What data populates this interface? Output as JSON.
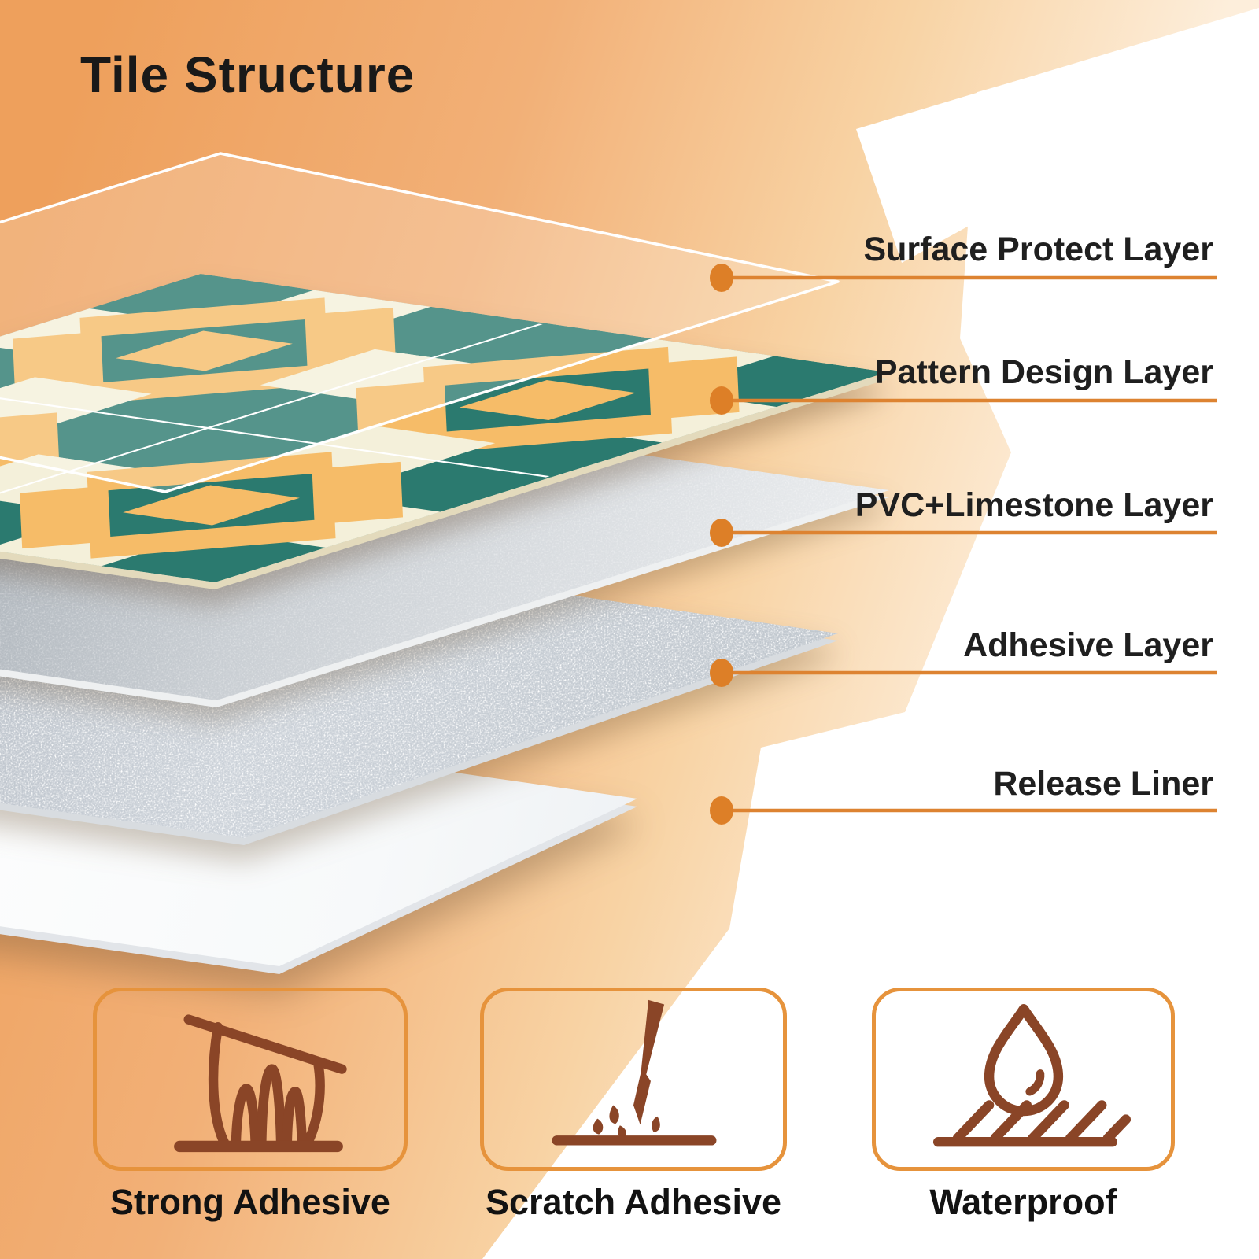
{
  "title": "Tile Structure",
  "layers": [
    {
      "label": "Surface Protect Layer"
    },
    {
      "label": "Pattern Design Layer"
    },
    {
      "label": "PVC+Limestone Layer"
    },
    {
      "label": "Adhesive Layer"
    },
    {
      "label": "Release Liner"
    }
  ],
  "features": [
    {
      "label": "Strong Adhesive",
      "icon": "peel-adhesive-icon"
    },
    {
      "label": "Scratch Adhesive",
      "icon": "scratch-blade-icon"
    },
    {
      "label": "Waterproof",
      "icon": "waterproof-drop-icon"
    }
  ],
  "colors": {
    "background_orange": "#eea05c",
    "background_pale": "#fdeedb",
    "leader_line_orange": "#dd8331",
    "leader_dot_orange": "#dd7f27",
    "feature_box_border": "#e6933c",
    "icon_brown": "#8a4527",
    "tile_teal": "#2b7a6f",
    "tile_cream": "#f4f0da",
    "tile_orange": "#f6bc68",
    "pvc_gray": "#c9ced3",
    "adhesive_silver": "#c7ccd3",
    "release_liner_white": "#fbfcfd",
    "text_dark": "#1a1a1a"
  }
}
